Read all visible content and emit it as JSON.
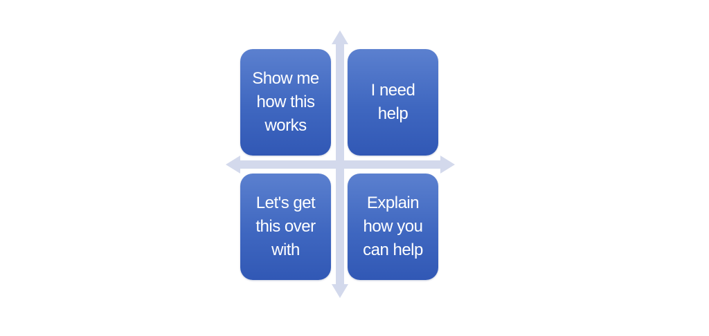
{
  "colors": {
    "quadrant_fill": "#3f67c0",
    "arrow": "#d3d9ec",
    "background": "#ffffff",
    "text": "#ffffff"
  },
  "quadrants": {
    "top_left": "Show me\nhow this\nworks",
    "top_right": "I need\nhelp",
    "bottom_left": "Let's get\nthis over\nwith",
    "bottom_right": "Explain\nhow you\ncan help"
  }
}
